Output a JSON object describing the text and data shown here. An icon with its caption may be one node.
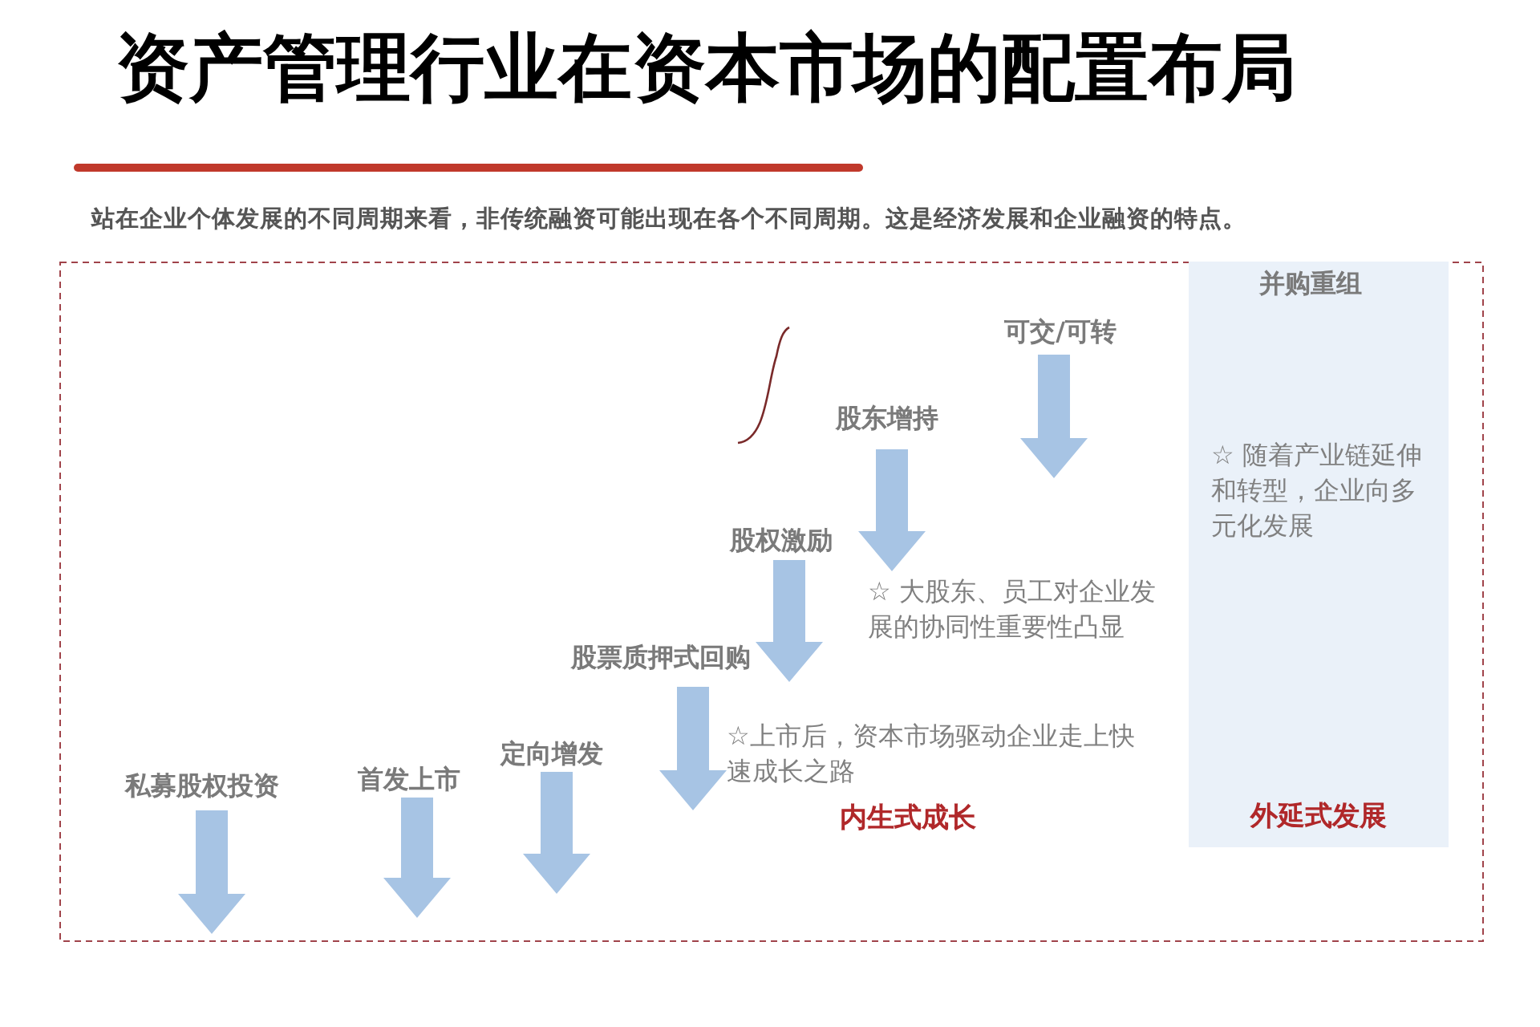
{
  "diagram": {
    "title": "资产管理行业在资本市场的配置布局",
    "nodes": [
      {
        "text": [
          "并购重组",
          "☆ 随着产业链延伸和转型，企业向多元化发展",
          "外延式发展"
        ]
      }
    ],
    "labels": [
      "站在企业个体发展的不同周期来看，非传统融资可能出现在各个不同周期。这是经济发展和企业融资的特点。",
      "可交/可转",
      "股东增持",
      "股权激励",
      "☆ 大股东、员工对企业发展的协同性重要性凸显",
      "股票质押式回购",
      "☆上市后，资本市场驱动企业走上快速成长之路",
      "定向增发",
      "首发上市",
      "私募股权投资",
      "内生式成长"
    ]
  }
}
